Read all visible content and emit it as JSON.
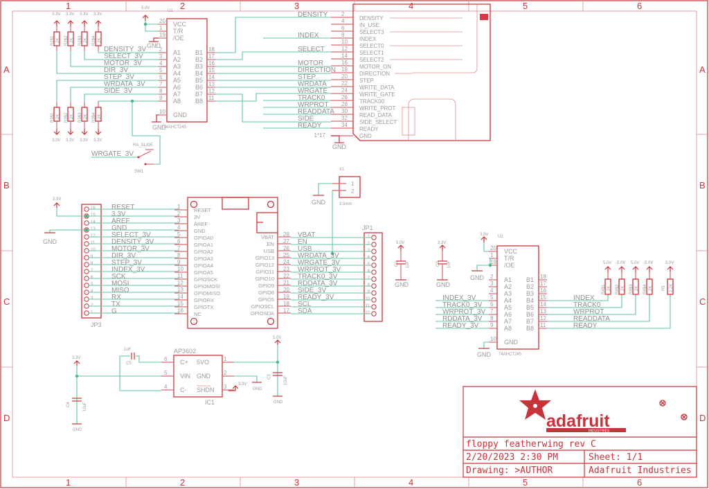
{
  "grid": {
    "columns": [
      "1",
      "2",
      "3",
      "4",
      "5",
      "6"
    ],
    "rows": [
      "A",
      "B",
      "C",
      "D"
    ]
  },
  "power_labels": {
    "v33": "3.3V",
    "v50": "5.0V",
    "gnd": "GND"
  },
  "u1": {
    "ref": "U1",
    "part": "74AHCT245",
    "left_pins": [
      {
        "num": "20",
        "name": "VCC"
      },
      {
        "num": "1",
        "name": "T/R"
      },
      {
        "num": "19",
        "name": "/OE"
      },
      {
        "num": "2",
        "name": "A1"
      },
      {
        "num": "3",
        "name": "A2"
      },
      {
        "num": "4",
        "name": "A3"
      },
      {
        "num": "5",
        "name": "A4"
      },
      {
        "num": "6",
        "name": "A5"
      },
      {
        "num": "7",
        "name": "A6"
      },
      {
        "num": "8",
        "name": "A7"
      },
      {
        "num": "9",
        "name": "A8"
      },
      {
        "num": "10",
        "name": "GND"
      }
    ],
    "right_pins": [
      {
        "num": "18",
        "name": "B1"
      },
      {
        "num": "17",
        "name": "B2"
      },
      {
        "num": "16",
        "name": "B3"
      },
      {
        "num": "15",
        "name": "B4"
      },
      {
        "num": "14",
        "name": "B5"
      },
      {
        "num": "13",
        "name": "B6"
      },
      {
        "num": "12",
        "name": "B7"
      },
      {
        "num": "11",
        "name": "B8"
      }
    ],
    "input_nets": [
      "DENSITY_3V",
      "SELECT_3V",
      "MOTOR_3V",
      "DIR_3V",
      "STEP_3V",
      "WRDATA_3V",
      "SIDE_3V"
    ]
  },
  "pullups_top": [
    "R2$1",
    "R2$2",
    "R2$3",
    "R2$4"
  ],
  "pullups_bottom": [
    "R3$1",
    "R3$2",
    "R3$3",
    "R3$4"
  ],
  "resistor_value": "2K",
  "switch": {
    "ref": "SW1",
    "part": "RA_SLIDE",
    "net": "WRGATE_3V"
  },
  "floppy_nets": [
    {
      "net": "DENSITY",
      "pin": "2"
    },
    {
      "net": "",
      "pin": "4"
    },
    {
      "net": "",
      "pin": "6"
    },
    {
      "net": "INDEX",
      "pin": "8"
    },
    {
      "net": "",
      "pin": "10"
    },
    {
      "net": "SELECT",
      "pin": "12"
    },
    {
      "net": "",
      "pin": "14"
    },
    {
      "net": "MOTOR",
      "pin": "16"
    },
    {
      "net": "DIRECTION",
      "pin": "18"
    },
    {
      "net": "STEP",
      "pin": "20"
    },
    {
      "net": "WRDATA",
      "pin": "22"
    },
    {
      "net": "WRGATE",
      "pin": "24"
    },
    {
      "net": "TRACK0",
      "pin": "26"
    },
    {
      "net": "WRPROT",
      "pin": "28"
    },
    {
      "net": "READDATA",
      "pin": "30"
    },
    {
      "net": "SIDE",
      "pin": "32"
    },
    {
      "net": "READY",
      "pin": "34"
    }
  ],
  "floppy_gnd_pin": "1*17",
  "floppy_connector_pins": [
    "DENSITY",
    "IN_USE",
    "SELECT3",
    "INDEX",
    "SELECT0",
    "SELECT1",
    "SELECT2",
    "MOTOR_ON",
    "DIRECTION",
    "STEP",
    "WRITE_DATA",
    "WRITE_GATE",
    "TRACK00",
    "WRITE_PROT",
    "READ_DATA",
    "SIDE_SELECT",
    "READY",
    "GND"
  ],
  "x1": {
    "ref": "X1",
    "part": "3.5mm",
    "pins": [
      "1",
      "2"
    ]
  },
  "jp3": {
    "ref": "JP3",
    "rows": [
      {
        "jp": "16",
        "net": "RESET",
        "fp": "1",
        "fname": "RESET"
      },
      {
        "jp": "15",
        "net": "3.3V",
        "fp": "2",
        "fname": "3V"
      },
      {
        "jp": "14",
        "net": "AREF",
        "fp": "3",
        "fname": "AREF"
      },
      {
        "jp": "13",
        "net": "GND",
        "fp": "4",
        "fname": "GND"
      },
      {
        "jp": "12",
        "net": "SELECT_3V",
        "fp": "5",
        "fname": "GPIOA0"
      },
      {
        "jp": "11",
        "net": "DENSITY_3V",
        "fp": "6",
        "fname": "GPIOA1"
      },
      {
        "jp": "10",
        "net": "MOTOR_3V",
        "fp": "7",
        "fname": "GPIOA2"
      },
      {
        "jp": "9",
        "net": "DIR_3V",
        "fp": "8",
        "fname": "GPIOA3"
      },
      {
        "jp": "8",
        "net": "STEP_3V",
        "fp": "9",
        "fname": "GPIOA4"
      },
      {
        "jp": "7",
        "net": "INDEX_3V",
        "fp": "10",
        "fname": "GPIOA5"
      },
      {
        "jp": "6",
        "net": "SCK",
        "fp": "11",
        "fname": "GPIOSCK"
      },
      {
        "jp": "5",
        "net": "MOSI",
        "fp": "12",
        "fname": "GPIOMOSI"
      },
      {
        "jp": "4",
        "net": "MISO",
        "fp": "13",
        "fname": "GPIOMISO"
      },
      {
        "jp": "3",
        "net": "RX",
        "fp": "14",
        "fname": "GPIORX"
      },
      {
        "jp": "2",
        "net": "TX",
        "fp": "15",
        "fname": "GPIOTX"
      },
      {
        "jp": "1",
        "net": "G",
        "fp": "16",
        "fname": "NC"
      }
    ]
  },
  "jp1": {
    "ref": "JP1",
    "rows": [
      {
        "fp": "28",
        "fname": "VBAT",
        "net": "VBAT",
        "jp": "1"
      },
      {
        "fp": "27",
        "fname": "EN",
        "net": "EN",
        "jp": "2"
      },
      {
        "fp": "26",
        "fname": "USB",
        "net": "USB",
        "jp": "3"
      },
      {
        "fp": "25",
        "fname": "GPIO13",
        "net": "WRDATA_3V",
        "jp": "4"
      },
      {
        "fp": "24",
        "fname": "GPIO12",
        "net": "WRGATE_3V",
        "jp": "5"
      },
      {
        "fp": "23",
        "fname": "GPIO11",
        "net": "WRPROT_3V",
        "jp": "6"
      },
      {
        "fp": "22",
        "fname": "GPIO10",
        "net": "TRACK0_3V",
        "jp": "7"
      },
      {
        "fp": "21",
        "fname": "GPIO9",
        "net": "RDDATA_3V",
        "jp": "8"
      },
      {
        "fp": "20",
        "fname": "GPIO6",
        "net": "SIDE_3V",
        "jp": "9"
      },
      {
        "fp": "19",
        "fname": "GPIO5",
        "net": "READY_3V",
        "jp": "10"
      },
      {
        "fp": "18",
        "fname": "GPIOSCL",
        "net": "SCL",
        "jp": "11"
      },
      {
        "fp": "17",
        "fname": "GPIOSDA",
        "net": "SDA",
        "jp": "12"
      }
    ]
  },
  "caps": {
    "c1": {
      "ref": "C1",
      "value": "1uF"
    },
    "c2": {
      "ref": "C2",
      "value": "1uF"
    },
    "c3": {
      "ref": "C3",
      "value": "10uF"
    },
    "c4": {
      "ref": "C4",
      "value": "10uF"
    },
    "c5": {
      "ref": "C5",
      "value": "1uF"
    }
  },
  "u2": {
    "ref": "U2",
    "part": "74AHCT245",
    "left_pins": [
      {
        "num": "20",
        "name": "VCC"
      },
      {
        "num": "1",
        "name": "T/R"
      },
      {
        "num": "19",
        "name": "/OE"
      },
      {
        "num": "2",
        "name": "A1"
      },
      {
        "num": "3",
        "name": "A2"
      },
      {
        "num": "4",
        "name": "A3"
      },
      {
        "num": "5",
        "name": "A4"
      },
      {
        "num": "6",
        "name": "A5"
      },
      {
        "num": "7",
        "name": "A6"
      },
      {
        "num": "8",
        "name": "A7"
      },
      {
        "num": "9",
        "name": "A8"
      },
      {
        "num": "10",
        "name": "GND"
      }
    ],
    "right_pins": [
      {
        "num": "18",
        "name": "B1"
      },
      {
        "num": "17",
        "name": "B2"
      },
      {
        "num": "16",
        "name": "B3"
      },
      {
        "num": "15",
        "name": "B4"
      },
      {
        "num": "14",
        "name": "B5"
      },
      {
        "num": "13",
        "name": "B6"
      },
      {
        "num": "12",
        "name": "B7"
      },
      {
        "num": "11",
        "name": "B8"
      }
    ],
    "input_nets": [
      "INDEX_3V",
      "TRACK0_3V",
      "WRPROT_3V",
      "RDDATA_3V",
      "READY_3V"
    ],
    "output_nets": [
      "INDEX",
      "TRACK0",
      "WRPROT",
      "READDATA",
      "READY"
    ]
  },
  "pullups_right": [
    "R4$1",
    "R4$2",
    "R4$3",
    "R4$4"
  ],
  "r5": {
    "ref": "R5",
    "value": "2.2K"
  },
  "ic1": {
    "ref": "IC1",
    "part": "AP3602",
    "left": [
      {
        "num": "6",
        "name": "C+"
      },
      {
        "num": "5",
        "name": "VIN"
      },
      {
        "num": "4",
        "name": "C-"
      }
    ],
    "right": [
      {
        "num": "1",
        "name": "5VO"
      },
      {
        "num": "2",
        "name": "GND"
      },
      {
        "num": "3",
        "name": "SHDN"
      }
    ]
  },
  "title_block": {
    "logo_text": "adafruit",
    "logo_sub": "INDUSTRIES",
    "title": "floppy featherwing rev C",
    "date": "2/20/2023 2:30 PM",
    "sheet": "Sheet: 1/1",
    "drawing": "Drawing: >AUTHOR",
    "company": "Adafruit Industries"
  }
}
